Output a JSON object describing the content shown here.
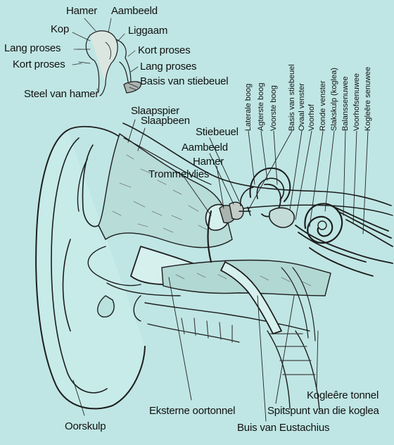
{
  "diagram": {
    "inset_labels": {
      "hamer": "Hamer",
      "aambeeld": "Aambeeld",
      "kop": "Kop",
      "liggaam": "Liggaam",
      "lang_proses_left": "Lang proses",
      "kort_proses_right": "Kort proses",
      "kort_proses_left": "Kort proses",
      "lang_proses_right": "Lang proses",
      "basis_van_stiebeuel": "Basis van stiebeuel",
      "steel_van_hamer": "Steel van hamer"
    },
    "main_labels": {
      "slaapspier": "Slaapspier",
      "slaapbeen": "Slaapbeen",
      "stiebeuel": "Stiebeuel",
      "aambeeld": "Aambeeld",
      "hamer": "Hamer",
      "trommelvlies": "Trommelvlies",
      "kogleere_tonnel": "Kogleêre tonnel",
      "eksterne_oortonnel": "Eksterne oortonnel",
      "spitspunt": "Spitspunt van die koglea",
      "oorskulp": "Oorskulp",
      "buis_van_eustachius": "Buis van Eustachius"
    },
    "vertical_labels": {
      "laterale_boog": "Laterale boog",
      "agterste_boog": "Agterste boog",
      "voorste_boog": "Voorste boog",
      "basis_van_stiebeuel": "Basis van stiebeuel",
      "ovaal_venster": "Ovaal venster",
      "voorhof": "Voorhof",
      "ronde_venster": "Ronde venster",
      "slakskulp": "Slakskulp (koglea)",
      "balanssenuwee": "Balanssenuwee",
      "voorhofsenuwee": "Voorhofsenuwee",
      "kogleere_senuwee": "Kogleêre senuwee"
    }
  }
}
